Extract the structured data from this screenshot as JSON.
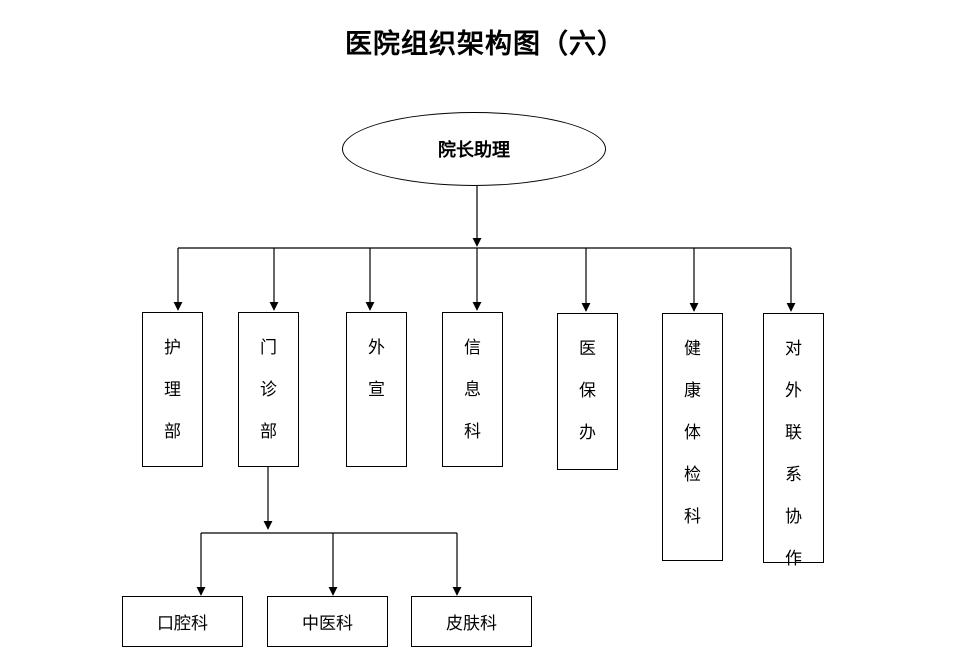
{
  "title": "医院组织架构图（六）",
  "root": "院长助理",
  "departments": [
    {
      "id": "nursing",
      "chars": [
        "护",
        "理",
        "部"
      ]
    },
    {
      "id": "outpatient",
      "chars": [
        "门",
        "诊",
        "部"
      ]
    },
    {
      "id": "publicity",
      "chars": [
        "外",
        "宣"
      ]
    },
    {
      "id": "information",
      "chars": [
        "信",
        "息",
        "科"
      ]
    },
    {
      "id": "medical-insurance",
      "chars": [
        "医",
        "保",
        "办"
      ]
    },
    {
      "id": "health-checkup",
      "chars": [
        "健",
        "康",
        "体",
        "检",
        "科"
      ]
    },
    {
      "id": "external-liaison",
      "chars": [
        "对",
        "外",
        "联",
        "系",
        "协",
        "作"
      ]
    }
  ],
  "clinics": [
    "口腔科",
    "中医科",
    "皮肤科"
  ]
}
